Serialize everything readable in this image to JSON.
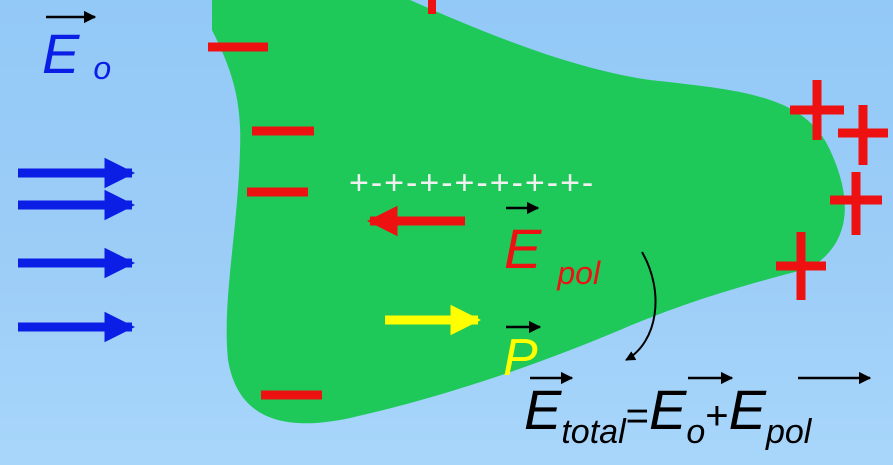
{
  "colors": {
    "background": "#9ccdf7",
    "body": "#1ec95a",
    "negative": "#ee1111",
    "positive": "#ee1111",
    "external_field": "#0a1ee6",
    "polarization_field": "#ee1111",
    "polarization": "#ffff00",
    "dipole_line": "#f0f0f0",
    "formula": "#000000"
  },
  "labels": {
    "external_field_symbol": "E",
    "external_field_sub": "o",
    "polarization_field_symbol": "E",
    "polarization_field_sub": "pol",
    "polarization_symbol": "P"
  },
  "dipole_chain": "+-+-+-+-+-+-+-",
  "formula": {
    "lhs_symbol": "E",
    "lhs_sub": "total",
    "eq": "=",
    "term1_symbol": "E",
    "term1_sub": "o",
    "plus": "+",
    "term2_symbol": "E",
    "term2_sub": "pol"
  }
}
